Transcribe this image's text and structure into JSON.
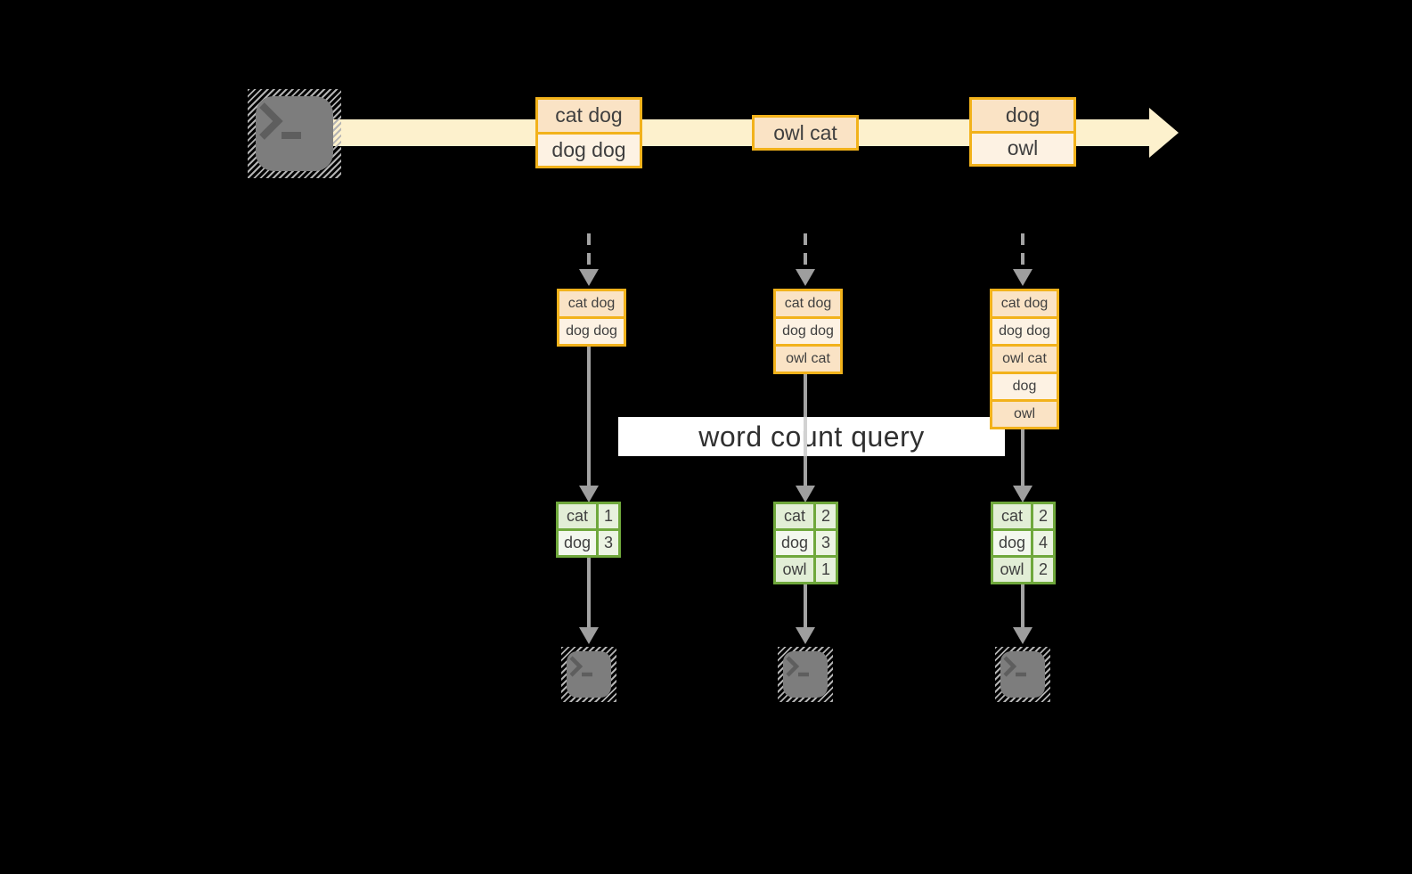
{
  "palette": {
    "background": "#000000",
    "stream_band": "#fdf1cd",
    "message_box_border": "#f2b21b",
    "message_fill_peach": "#fae3c5",
    "message_fill_cream": "#fdf2e3",
    "count_table_border": "#6fa83c",
    "count_fill_green": "#e2eed6",
    "count_fill_light": "#f3f8ee",
    "arrow_gray": "#a3a3a3",
    "terminal_gray": "#7d7d7d",
    "text": "#3f3f3f"
  },
  "stream": {
    "producer_icon": "terminal-icon",
    "batches": [
      {
        "messages": [
          "cat dog",
          "dog dog"
        ]
      },
      {
        "messages": [
          "owl cat"
        ]
      },
      {
        "messages": [
          "dog",
          "owl"
        ]
      }
    ]
  },
  "query": {
    "label": "word count query"
  },
  "consumers": [
    {
      "received": [
        "cat dog",
        "dog dog"
      ],
      "counts": [
        {
          "word": "cat",
          "count": 1
        },
        {
          "word": "dog",
          "count": 3
        }
      ],
      "output_icon": "terminal-icon"
    },
    {
      "received": [
        "cat dog",
        "dog dog",
        "owl cat"
      ],
      "counts": [
        {
          "word": "cat",
          "count": 2
        },
        {
          "word": "dog",
          "count": 3
        },
        {
          "word": "owl",
          "count": 1
        }
      ],
      "output_icon": "terminal-icon"
    },
    {
      "received": [
        "cat dog",
        "dog dog",
        "owl cat",
        "dog",
        "owl"
      ],
      "counts": [
        {
          "word": "cat",
          "count": 2
        },
        {
          "word": "dog",
          "count": 4
        },
        {
          "word": "owl",
          "count": 2
        }
      ],
      "output_icon": "terminal-icon"
    }
  ]
}
